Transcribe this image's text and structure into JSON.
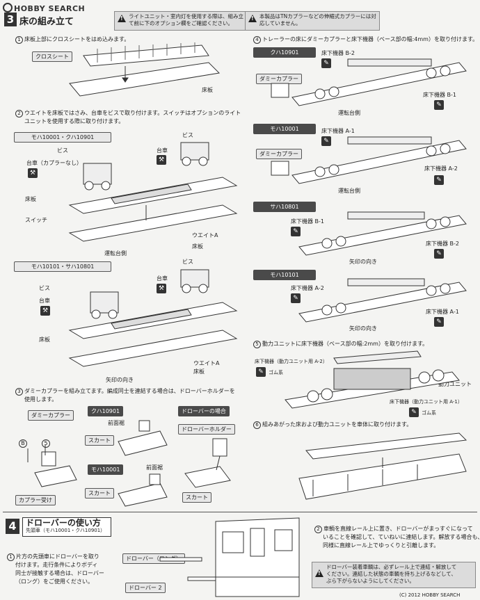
{
  "watermark": "HOBBY SEARCH",
  "section3": {
    "number": "3",
    "title": "床の組み立て",
    "note1": "ライトユニット・室内灯を使用する際は、組み立て前に下のオプション欄をご確認ください。",
    "note2": "本製品はTNカプラーなどの伸縮式カプラーには対応していません。"
  },
  "step1": {
    "num": "1",
    "text": "床板上部にクロスシートをはめ込みます。",
    "label_cross": "クロスシート",
    "label_floor": "床板"
  },
  "step2": {
    "num": "2",
    "text1": "ウエイトを床板ではさみ、台車をビスで取り付けます。スイッチはオプションのライト",
    "text2": "ユニットを使用する際に取り付けます。",
    "group1": "モハ10001・クハ10901",
    "group2": "モハ10101・サハ10801",
    "screw": "ビス",
    "bogie_no_coupler": "台車（カプラーなし）",
    "bogie": "台車",
    "floor": "床板",
    "switch": "スイッチ",
    "weight_a": "ウエイトA",
    "driver_bogie": "運転台側",
    "arrow_dir": "矢印の向き"
  },
  "step3": {
    "num": "3",
    "text1": "ダミーカプラーを組み立てます。編成同士を連結する場合は、ドローバーホルダーを",
    "text2": "使用します。",
    "dummy_coupler": "ダミーカプラー",
    "b": "B",
    "five": "5",
    "coupler_receiver": "カプラー受け",
    "kuha": "クハ10901",
    "moha": "モハ10001",
    "drawbar_case": "ドローバーの場合",
    "front_skirt": "前面裾",
    "skirt": "スカート",
    "drawbar_holder": "ドローバーホルダー"
  },
  "step4": {
    "num": "4",
    "text": "トレーラーの床にダミーカプラーと床下機器（ベース部の幅:4mm）を取り付けます。",
    "kuha": "クハ10901",
    "moha": "モハ10001",
    "saha": "サハ10801",
    "moha2": "モハ10101",
    "dummy": "ダミーカプラー",
    "b2": "床下機器 B-2",
    "b1": "床下機器 B-1",
    "a1": "床下機器 A-1",
    "a2": "床下機器 A-2",
    "driver": "運転台側",
    "arrow_dir": "矢印の向き"
  },
  "step5": {
    "num": "5",
    "text": "動力ユニットに床下機器（ベース部の幅:2mm）を取り付けます。",
    "a2": "床下機器（動力ユニット用 A-2）",
    "a1": "床下機器（動力ユニット用 A-1）",
    "rubber": "ゴム系",
    "power": "動力ユニット"
  },
  "step6": {
    "num": "6",
    "text": "組みあがった床および動力ユニットを車体に取り付けます。"
  },
  "section4": {
    "number": "4",
    "title": "ドローバーの使い方",
    "subtitle": "先頭車（モハ10001・クハ10901）",
    "s1_num": "1",
    "s1_text1": "片方の先頭車にドローバーを取り",
    "s1_text2": "付けます。走行条件によりボディ",
    "s1_text3": "同士が接触する場合は、ドローバー",
    "s1_text4": "（ロング）をご使用ください。",
    "drawbar_long": "ドローバー（ロング）",
    "drawbar_2": "ドローバー 2",
    "s2_num": "2",
    "s2_text1": "車輌を直線レール上に置き、ドローバーがまっすぐになって",
    "s2_text2": "いることを確認して、ていねいに連結します。解放する場合も、",
    "s2_text3": "同様に直線レール上でゆっくりと引離します。",
    "warn_text1": "ドローバー装着車輌は、必ずレール上で連結・解放して",
    "warn_text2": "ください。連結した状態の車輌を持ち上げるなどして、",
    "warn_text3": "ぶら下がらないようにしてください。"
  },
  "copyright": "(C) 2012 HOBBY SEARCH"
}
